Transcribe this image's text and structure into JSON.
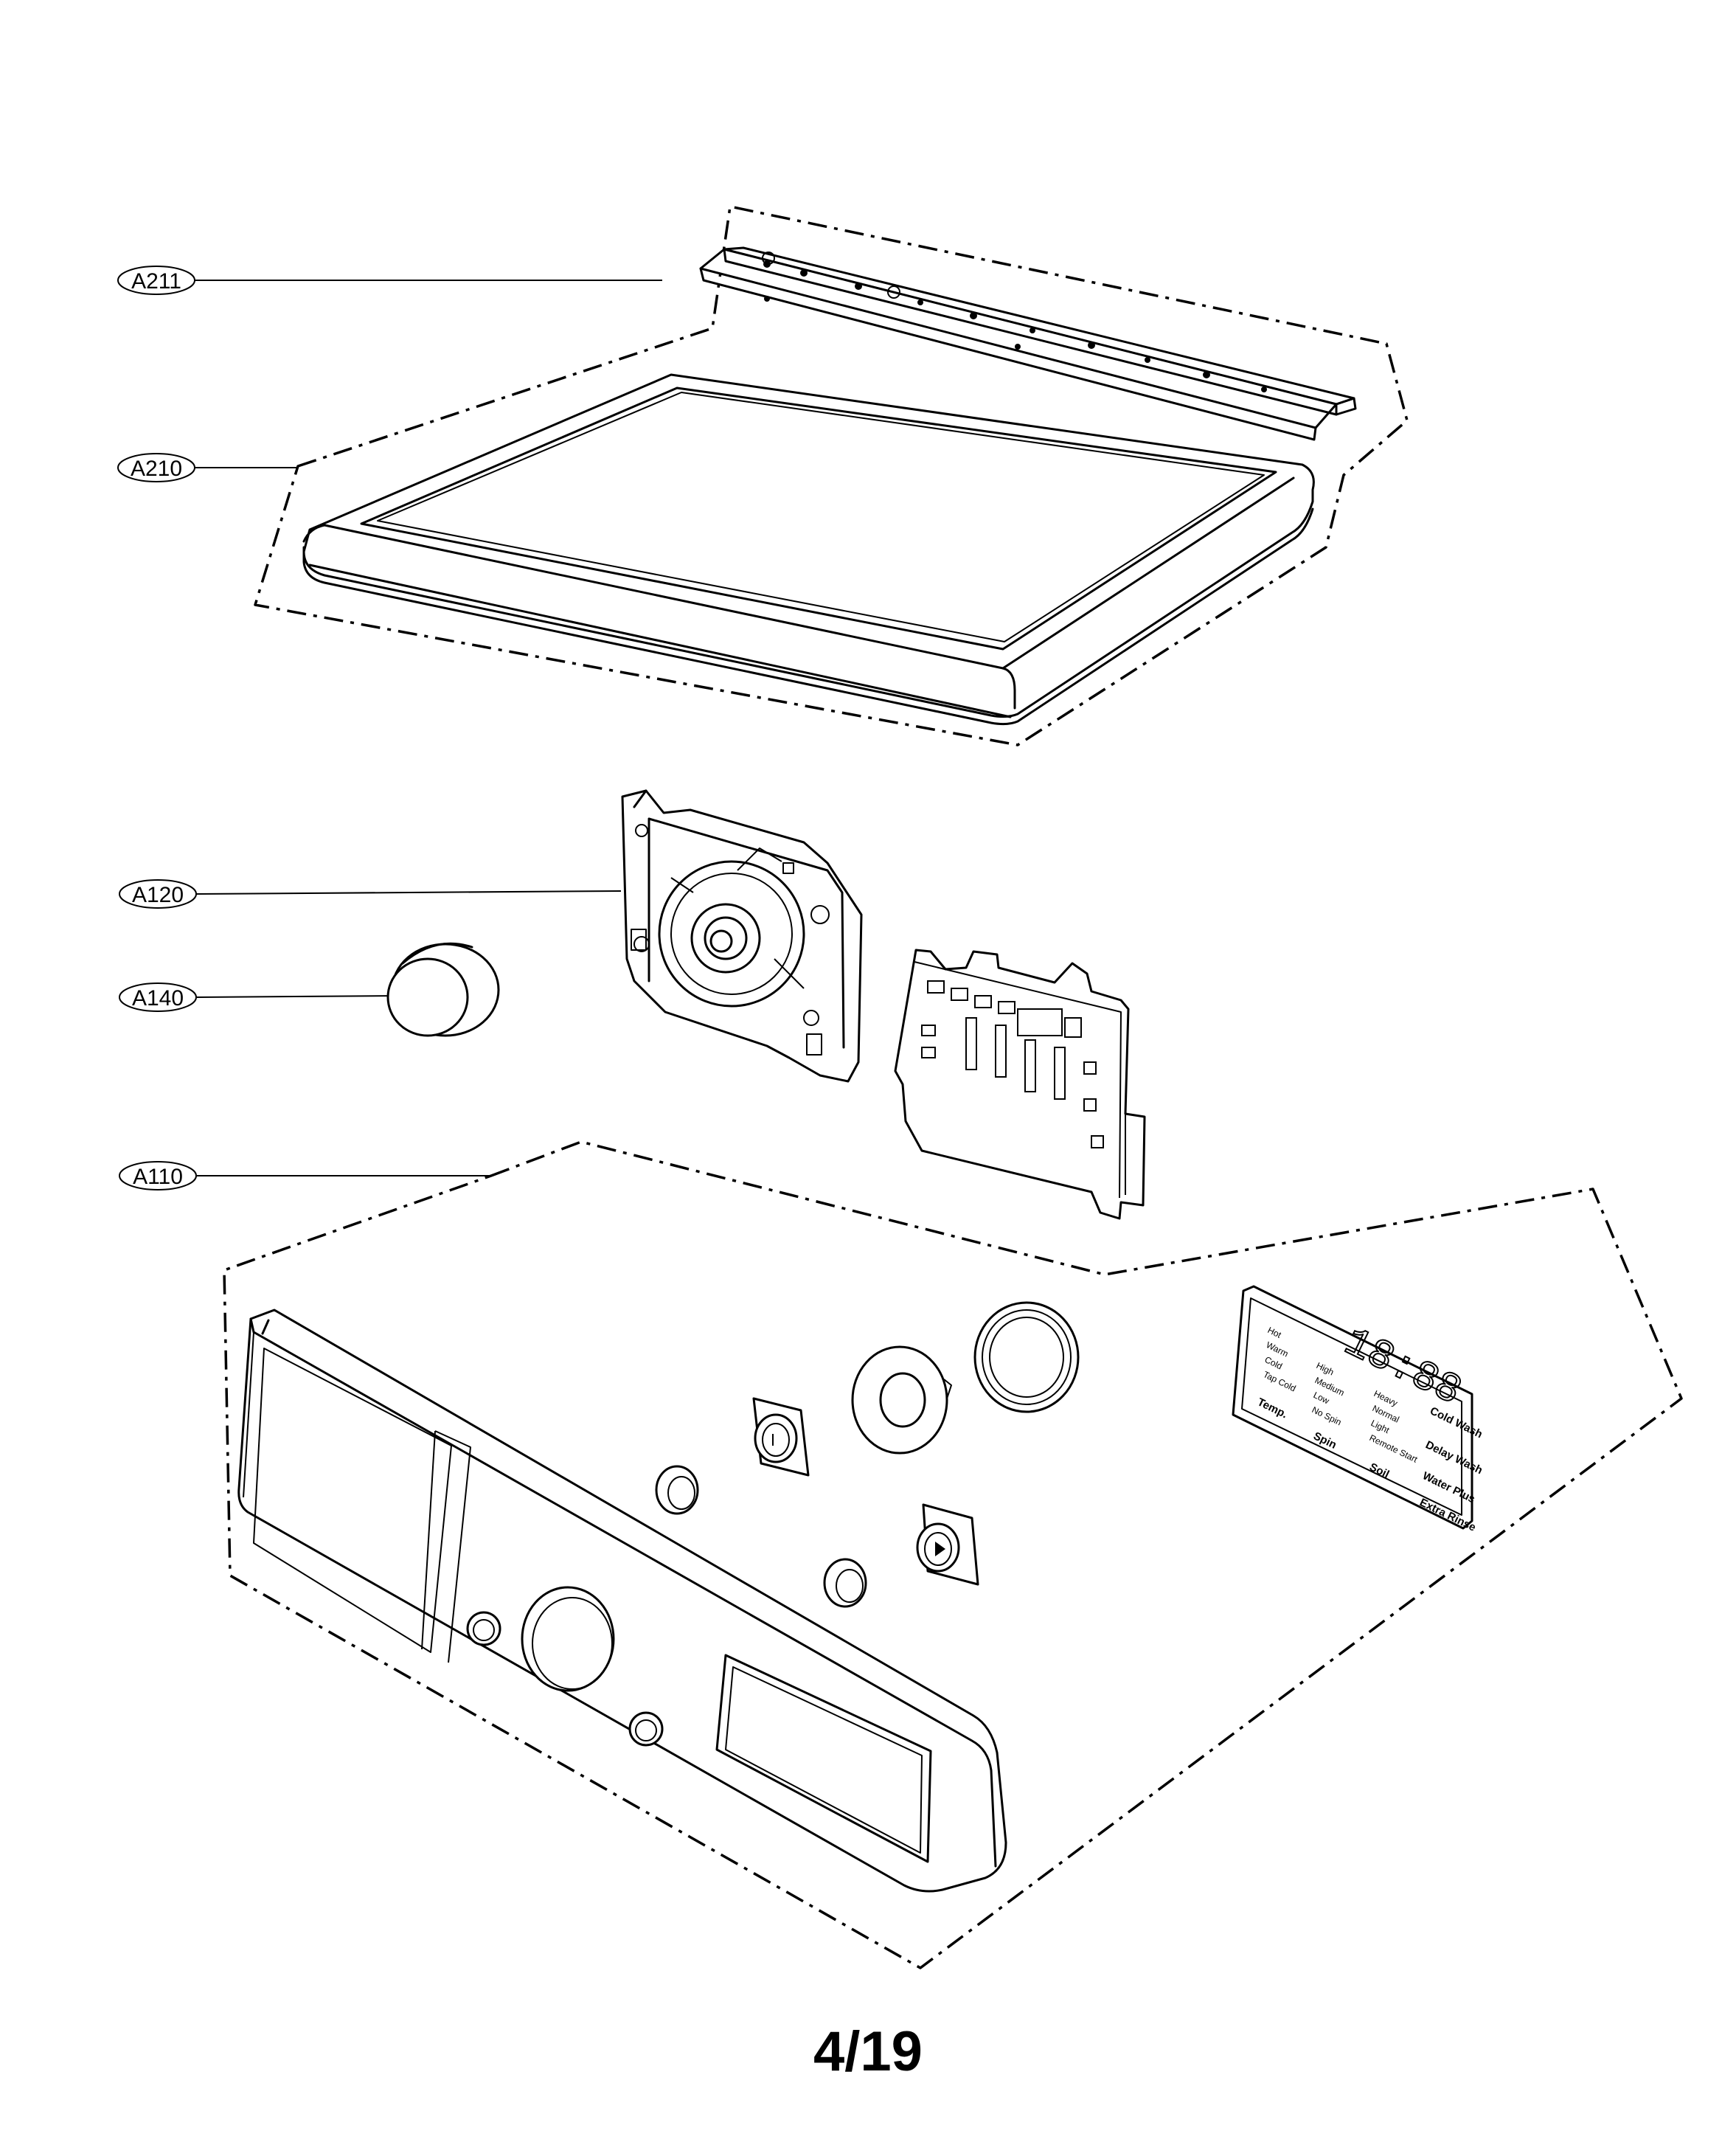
{
  "callouts": [
    {
      "id": "A211",
      "label": "A211"
    },
    {
      "id": "A210",
      "label": "A210"
    },
    {
      "id": "A120",
      "label": "A120"
    },
    {
      "id": "A140",
      "label": "A140"
    },
    {
      "id": "A110",
      "label": "A110"
    }
  ],
  "display_panel": {
    "temp_options": [
      "Hot",
      "Warm",
      "Cold",
      "Tap Cold"
    ],
    "spin_options": [
      "High",
      "Medium",
      "Low",
      "No Spin"
    ],
    "soil_options": [
      "Heavy",
      "Normal",
      "Light",
      "Remote Start"
    ],
    "headings": [
      "Temp.",
      "Spin",
      "Soil",
      "Cold Wash",
      "Delay Wash",
      "Water Plus",
      "Extra Rinse"
    ],
    "digits": "18:88"
  },
  "page": {
    "number": "4/19"
  }
}
